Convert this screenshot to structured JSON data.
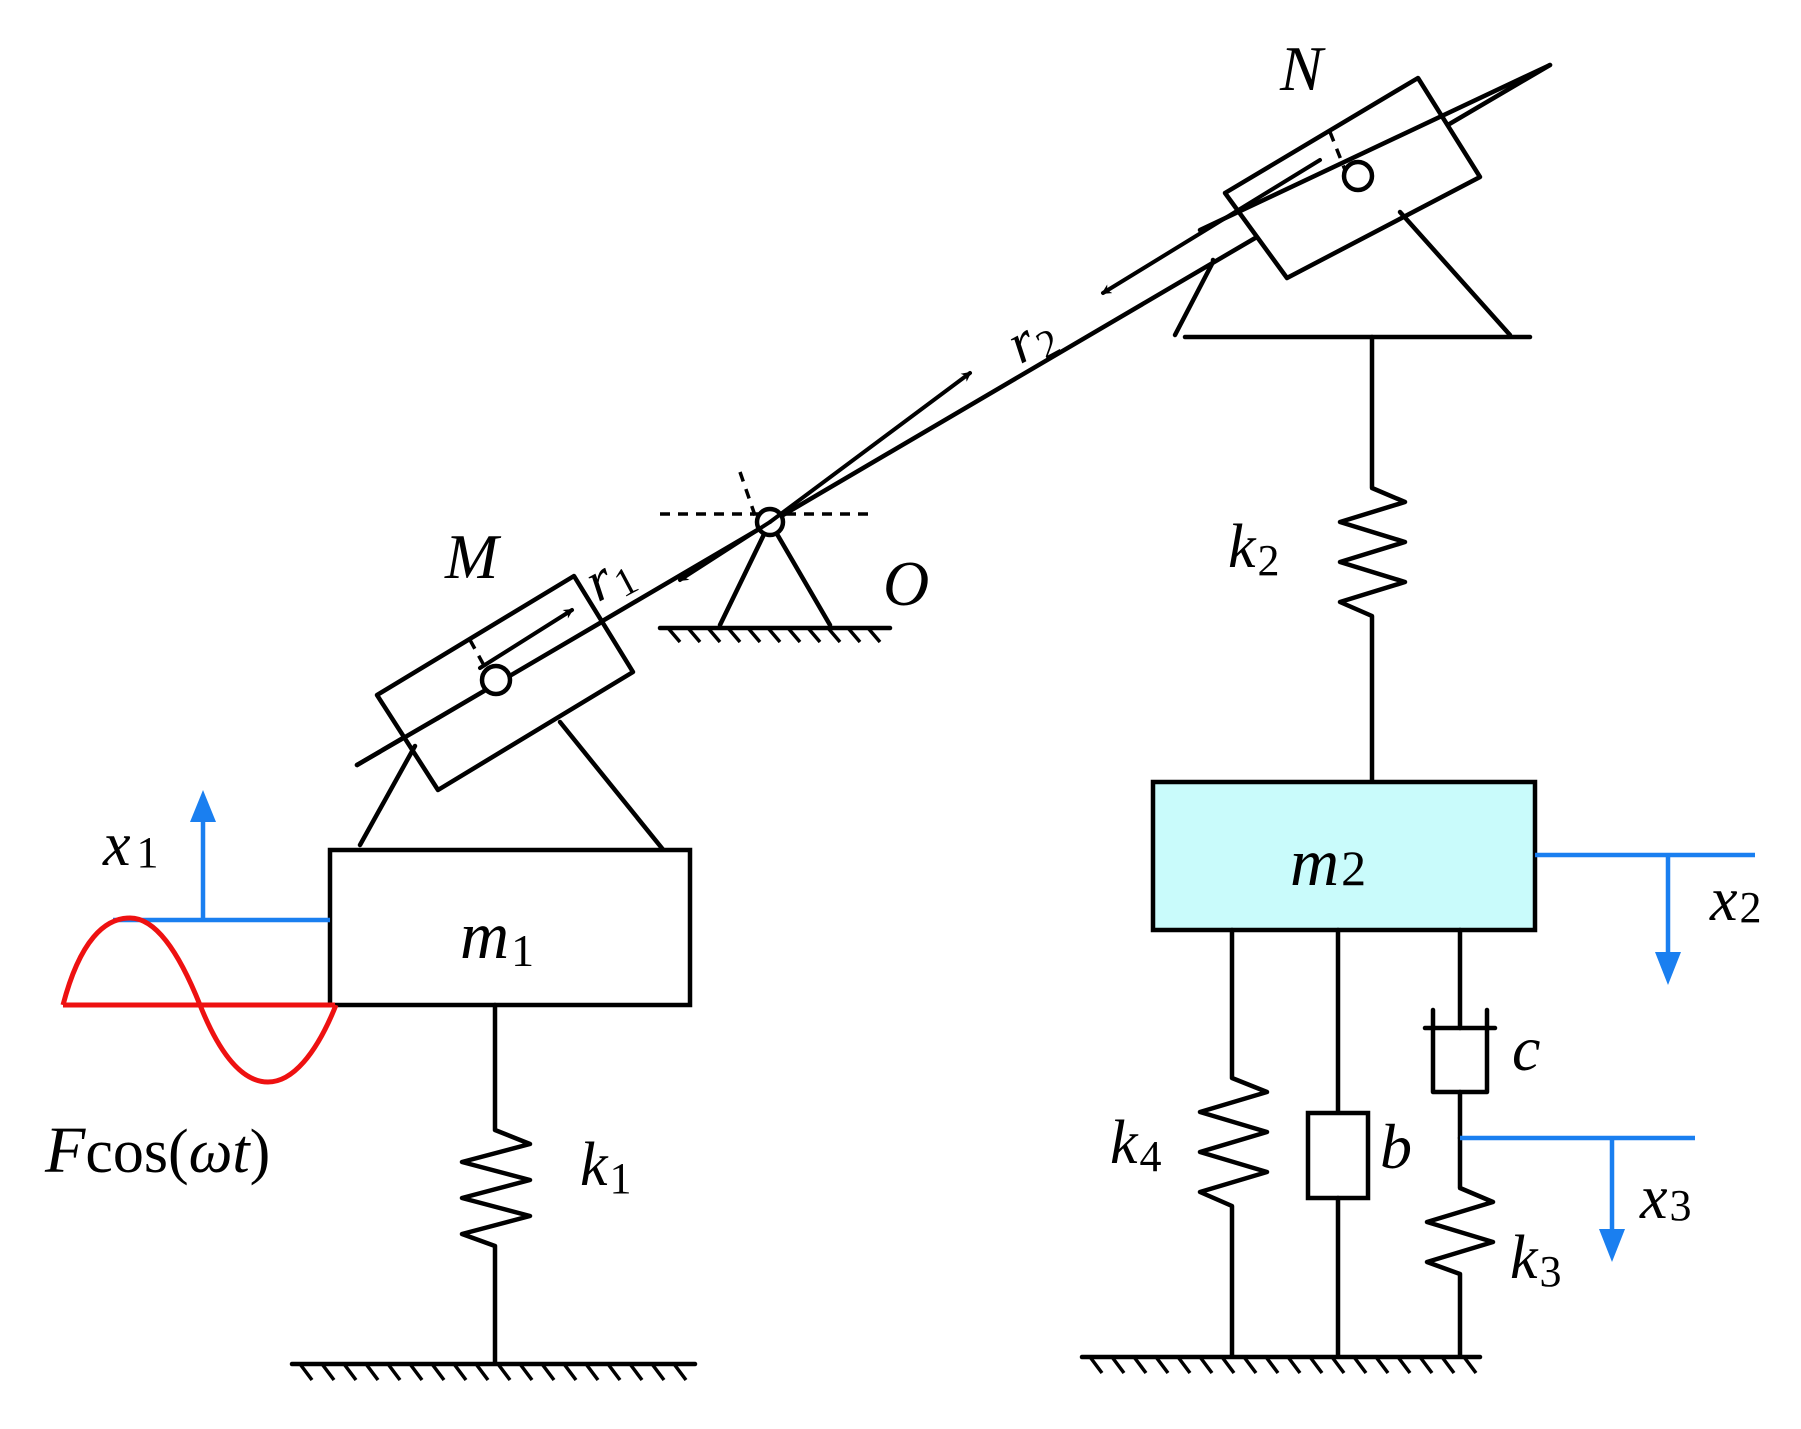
{
  "colors": {
    "line": "#000000",
    "displacement_arrow": "#1a7ff0",
    "excitation": "#ee1111",
    "mass2_fill": "#c9fbfb"
  },
  "labels": {
    "N": "N",
    "M": "M",
    "O": "O",
    "r1": {
      "main": "r",
      "sub": "1"
    },
    "r2": {
      "main": "r",
      "sub": "2"
    },
    "m1": {
      "main": "m",
      "sub": "1"
    },
    "m2": {
      "main": "m",
      "sub": "2"
    },
    "k1": {
      "main": "k",
      "sub": "1"
    },
    "k2": {
      "main": "k",
      "sub": "2"
    },
    "k3": {
      "main": "k",
      "sub": "3"
    },
    "k4": {
      "main": "k",
      "sub": "4"
    },
    "b": "b",
    "c": "c",
    "x1": {
      "main": "x",
      "sub": "1"
    },
    "x2": {
      "main": "x",
      "sub": "2"
    },
    "x3": {
      "main": "x",
      "sub": "3"
    },
    "force": {
      "F": "F",
      "cos": "cos(",
      "omega": "ωt",
      "close": ")"
    }
  }
}
